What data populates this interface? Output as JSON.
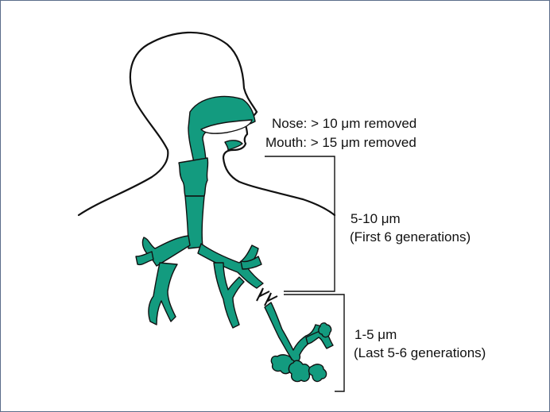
{
  "colors": {
    "airway": "#139b7f",
    "outline": "#111111",
    "border": "#5b6d8a",
    "background": "#ffffff"
  },
  "labels": {
    "nose": "Nose: > 10 μm removed",
    "mouth": "Mouth: > 15 μm removed",
    "upper_size": "5-10 μm",
    "upper_generations": "(First 6 generations)",
    "lower_size": "1-5 μm",
    "lower_generations": "(Last 5-6 generations)"
  }
}
